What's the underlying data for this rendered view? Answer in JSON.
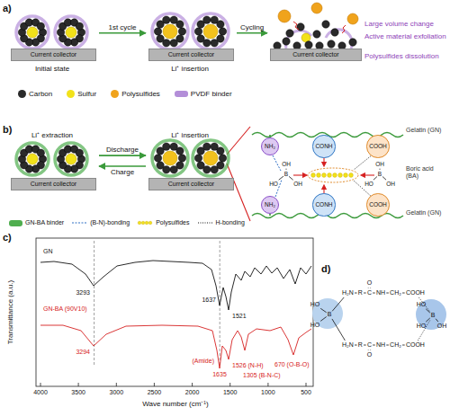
{
  "diagram": {
    "nodes": [
      {
        "text": [
          "Current collector"
        ]
      },
      {
        "text": [
          "Current collector"
        ]
      },
      {
        "text": [
          "Current collector"
        ]
      },
      {
        "text": [
          "Current collector"
        ]
      },
      {
        "text": [
          "Current collector"
        ]
      },
      {
        "text": [
          "NH₂"
        ]
      },
      {
        "text": [
          "CONH"
        ]
      },
      {
        "text": [
          "COOH"
        ]
      },
      {
        "text": [
          "NH₂"
        ]
      },
      {
        "text": [
          "CONH"
        ]
      },
      {
        "text": [
          "COOH"
        ]
      }
    ],
    "edges": [
      {
        "from": 0,
        "to": 1,
        "arrow": "to",
        "label": "1st cycle"
      },
      {
        "from": 1,
        "to": 2,
        "arrow": "to",
        "label": "Cycling"
      },
      {
        "from": 3,
        "to": 4,
        "arrow": "to",
        "label": "Discharge"
      },
      {
        "from": 4,
        "to": 3,
        "arrow": "to",
        "label": "Charge"
      }
    ],
    "labels": [
      "a)",
      "Initial state",
      "Li⁺ insertion",
      "Large volume change",
      "Active material exfoliation",
      "Polysulfides dissolution",
      "b)",
      "Li⁺ extraction",
      "Li⁺ insertion",
      "Gelatin (GN)",
      "Gelatin (GN)",
      "Boric acid (BA)",
      "OH",
      "B",
      "HO",
      "OH",
      "OH",
      "B",
      "HO",
      "OH",
      "c)",
      "GN",
      "GN-BA (90V10)",
      "3293",
      "3294",
      "1637",
      "1521",
      "(Amide)",
      "1635",
      "1526 (N-H)",
      "1305 (B-N-C)",
      "670 (O-B-O)",
      "4000",
      "3500",
      "3000",
      "2500",
      "2000",
      "1500",
      "1000",
      "500",
      "Transmittance (a.u.)",
      "Wave number (cm⁻¹)",
      "d)",
      "HO",
      "HO",
      "B",
      "H₂N",
      "R",
      "C",
      "NH",
      "CH₂",
      "COOH",
      "O",
      "H₂N",
      "R",
      "C",
      "NH",
      "CH₂",
      "COOH",
      "O",
      "HO",
      "B",
      "OH",
      "HO"
    ],
    "legend": [
      {
        "text": "Carbon",
        "color": "#2a2a2a"
      },
      {
        "text": "Sulfur",
        "color": "#f2e21a"
      },
      {
        "text": "Polysulfides",
        "color": "#f0a31c"
      },
      {
        "text": "PVDF binder",
        "color": "#b38ed8"
      },
      {
        "text": "GN-BA binder",
        "color": "#4fae4f"
      },
      {
        "text": "(B-N)-bonding"
      },
      {
        "text": "Polysulfides"
      },
      {
        "text": "H-bonding"
      }
    ]
  }
}
